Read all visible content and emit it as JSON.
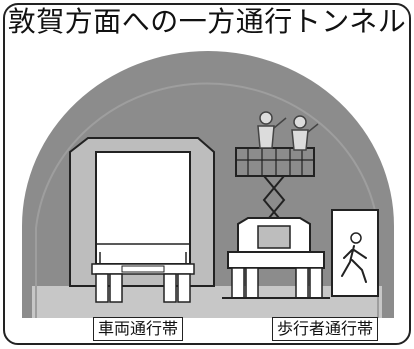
{
  "sign": {
    "title": "敦賀方面への一方通行トンネル",
    "lanes": {
      "vehicle_label": "車両通行帯",
      "pedestrian_label": "歩行者通行帯"
    }
  },
  "colors": {
    "tunnel": "#8c8c8c",
    "road": "#bdbdbd",
    "outline": "#222222",
    "background": "#ffffff"
  },
  "icons": {
    "vehicle": "truck-rear-icon",
    "lift": "aerial-work-platform-icon",
    "workers": "workers-icon",
    "pedestrian": "walking-person-icon"
  }
}
